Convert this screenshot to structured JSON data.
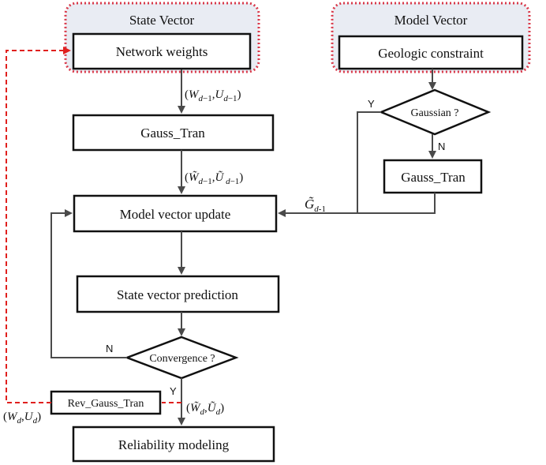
{
  "state_vector": {
    "title": "State Vector",
    "box": "Network weights"
  },
  "model_vector": {
    "title": "Model Vector",
    "box": "Geologic constraint"
  },
  "gauss_tran_left": "Gauss_Tran",
  "gauss_tran_right": "Gauss_Tran",
  "gaussian_decision": "Gaussian ?",
  "model_vector_update": "Model vector update",
  "state_vector_prediction": "State vector prediction",
  "convergence_decision": "Convergence ?",
  "rev_gauss_tran": "Rev_Gauss_Tran",
  "reliability_modeling": "Reliability modeling",
  "labels": {
    "yes": "Y",
    "no": "N",
    "w_u_prev": "(W_{d−1}, U_{d−1})",
    "w_u_prev_tilde": "(W̃_{d−1}, Ũ_{d−1})",
    "g_tilde": "G̃_{d-1}",
    "w_u_d_tilde": "(W̃_d, Ũ_d)",
    "w_u_d": "(W_d, U_d)"
  },
  "colors": {
    "box_border": "#111111",
    "arrow": "#4a4a4a",
    "dotted_frame": "#d9394a",
    "dotted_fill": "#e9ecf3",
    "feedback_arrow": "#e0201e"
  }
}
